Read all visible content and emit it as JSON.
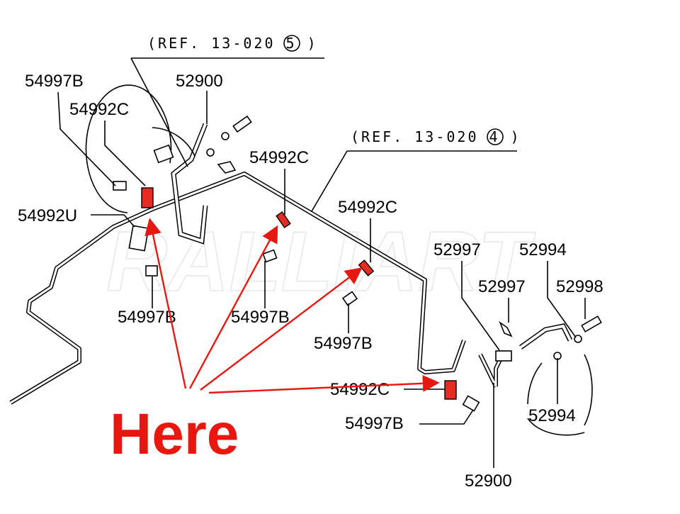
{
  "references": [
    {
      "prefix": "(REF. 13-020",
      "circled": "5",
      "suffix": ")"
    },
    {
      "prefix": "(REF. 13-020",
      "circled": "4",
      "suffix": ")"
    }
  ],
  "part_labels": [
    "54997B",
    "52900",
    "54992C",
    "54992C",
    "54992C",
    "54992U",
    "52997",
    "52994",
    "52997",
    "52998",
    "54997B",
    "54997B",
    "54997B",
    "54992C",
    "54997B",
    "52994",
    "52900"
  ],
  "annotation": {
    "text": "Here",
    "color": "#e8170f"
  },
  "colors": {
    "highlight_part": "#e52b22",
    "line": "#000000"
  }
}
